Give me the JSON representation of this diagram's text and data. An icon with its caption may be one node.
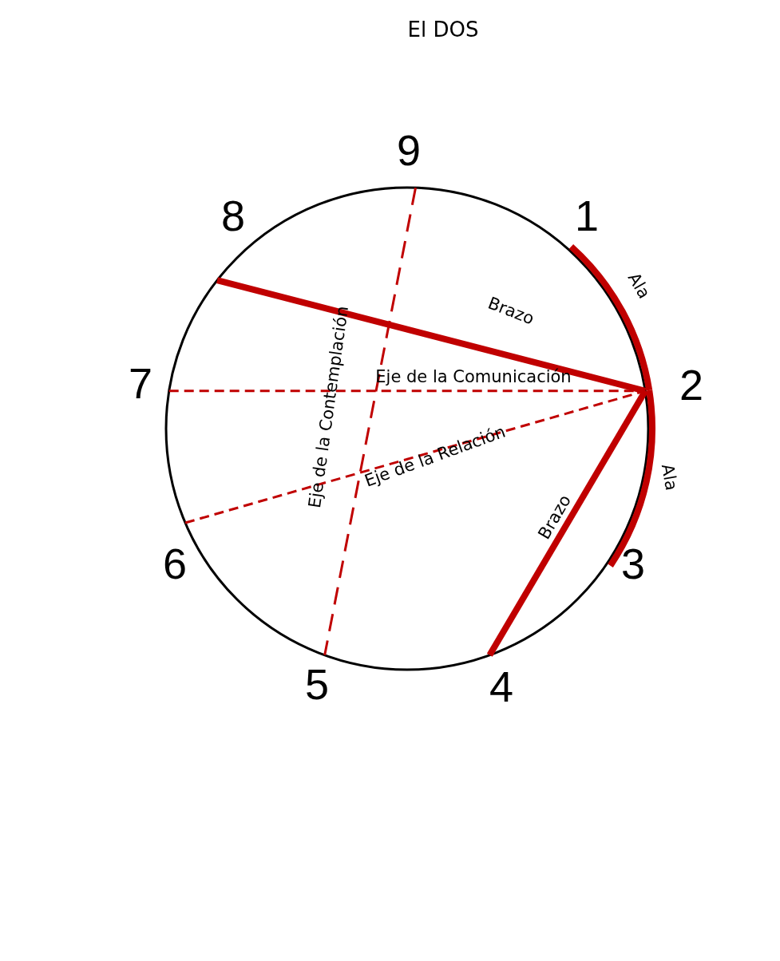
{
  "diagram": {
    "title": "El DOS",
    "nodes": [
      {
        "text": [
          "9"
        ]
      },
      {
        "text": [
          "8"
        ]
      },
      {
        "text": [
          "1"
        ]
      },
      {
        "text": [
          "7"
        ]
      },
      {
        "text": [
          "2"
        ]
      },
      {
        "text": [
          "6"
        ]
      },
      {
        "text": [
          "3"
        ]
      },
      {
        "text": [
          "5"
        ]
      },
      {
        "text": [
          "4"
        ]
      }
    ],
    "edges": [
      {
        "from": 1,
        "to": 4,
        "arrow": "none",
        "label": "Brazo"
      },
      {
        "from": 2,
        "to": 4,
        "arrow": "none",
        "label": "Ala"
      },
      {
        "from": 3,
        "to": 4,
        "arrow": "none",
        "label": "Eje de la Comunicación",
        "style": "dashed"
      },
      {
        "from": 0,
        "to": 7,
        "arrow": "none",
        "label": "Eje de la Contemplación",
        "style": "dashed"
      },
      {
        "from": 5,
        "to": 4,
        "arrow": "none",
        "label": "Eje de la Relación",
        "style": "dashed"
      },
      {
        "from": 4,
        "to": 6,
        "arrow": "none",
        "label": "Ala"
      },
      {
        "from": 4,
        "to": 8,
        "arrow": "none",
        "label": "Brazo"
      }
    ]
  }
}
